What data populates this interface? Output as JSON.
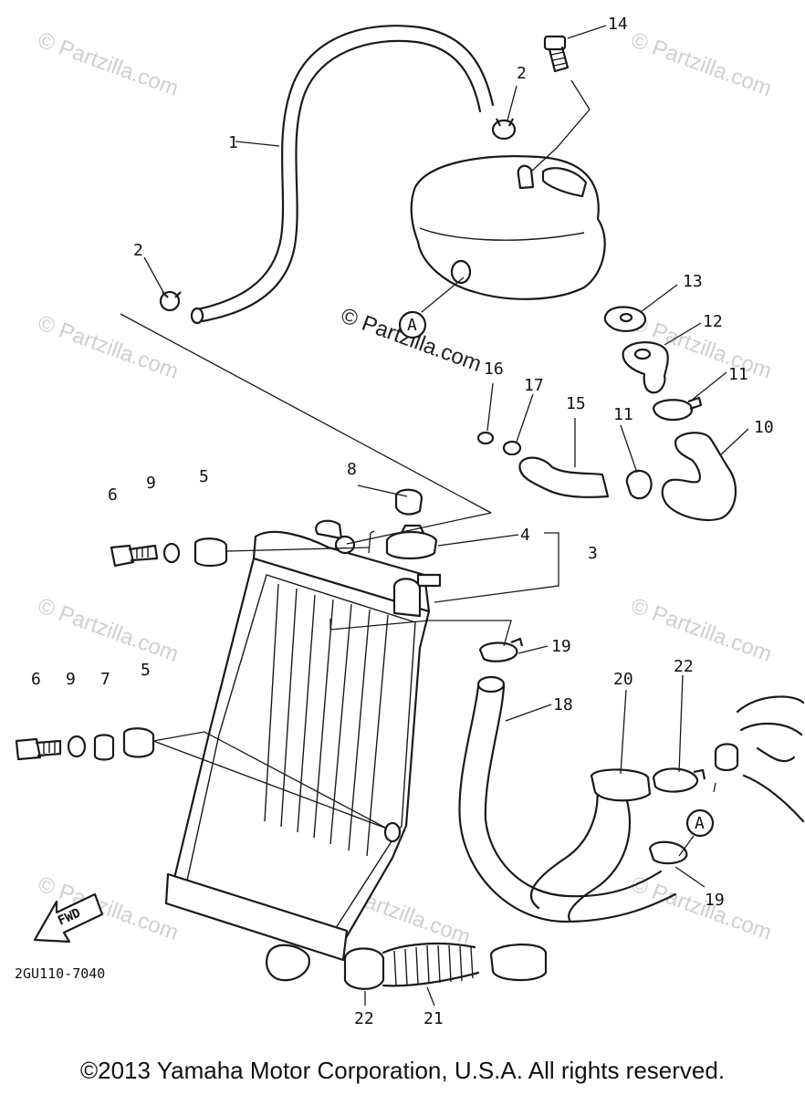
{
  "watermark": "© Partzilla.com",
  "diagram_code": "2GU110-7040",
  "fwd_label": "FWD",
  "ref_marker": "A",
  "callouts": {
    "c1": "1",
    "c2a": "2",
    "c2b": "2",
    "c3": "3",
    "c4": "4",
    "c5a": "5",
    "c5b": "5",
    "c6a": "6",
    "c6b": "6",
    "c7": "7",
    "c8": "8",
    "c9a": "9",
    "c9b": "9",
    "c10": "10",
    "c11a": "11",
    "c11b": "11",
    "c12": "12",
    "c13": "13",
    "c14": "14",
    "c15": "15",
    "c16": "16",
    "c17": "17",
    "c18": "18",
    "c19a": "19",
    "c19b": "19",
    "c20": "20",
    "c21": "21",
    "c22a": "22",
    "c22b": "22"
  },
  "copyright": "©2013  Yamaha Motor Corporation, U.S.A. All rights reserved."
}
